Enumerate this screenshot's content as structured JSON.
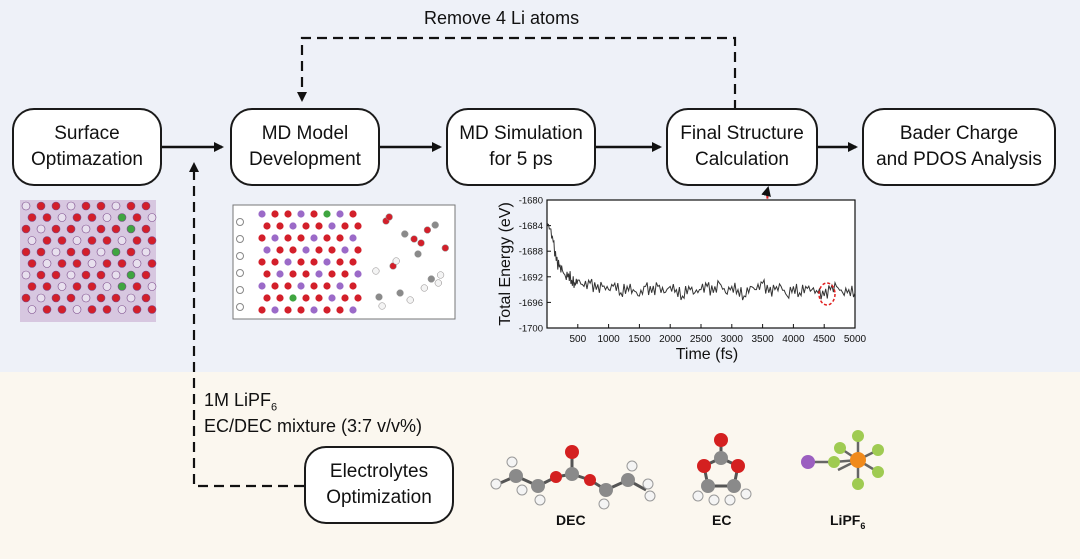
{
  "feedback_label": "Remove 4 Li atoms",
  "steps": [
    "Surface\nOptimazation",
    "MD Model\nDevelopment",
    "MD Simulation\nfor 5 ps",
    "Final Structure\nCalculation",
    "Bader Charge\nand PDOS Analysis"
  ],
  "electrolyte": {
    "line1_main": "1M LiPF",
    "line1_sub": "6",
    "line2": "EC/DEC mixture (3:7 v/v%)",
    "box": "Electrolytes\nOptimization"
  },
  "molecules": [
    {
      "main": "DEC",
      "sub": ""
    },
    {
      "main": "EC",
      "sub": ""
    },
    {
      "main": "LiPF",
      "sub": "6"
    }
  ],
  "chart_data": {
    "type": "line",
    "xlabel": "Time (fs)",
    "ylabel": "Total Energy (eV)",
    "xlim": [
      0,
      5000
    ],
    "ylim": [
      -1700,
      -1680
    ],
    "xticks": [
      500,
      1000,
      1500,
      2000,
      2500,
      3000,
      3500,
      4000,
      4500,
      5000
    ],
    "yticks": [
      -1680,
      -1684,
      -1688,
      -1692,
      -1696,
      -1700
    ],
    "series": [
      {
        "x": [
          0,
          50,
          100,
          150,
          200,
          250,
          300,
          350,
          400,
          450,
          500,
          600,
          700,
          800,
          900,
          1000,
          1100,
          1200,
          1300,
          1400,
          1500,
          1600,
          1700,
          1800,
          1900,
          2000,
          2100,
          2200,
          2300,
          2400,
          2500,
          2600,
          2700,
          2800,
          2900,
          3000,
          3100,
          3200,
          3300,
          3400,
          3500,
          3600,
          3700,
          3800,
          3900,
          4000,
          4100,
          4200,
          4300,
          4400,
          4500,
          4600,
          4700,
          4800,
          4900,
          5000
        ],
        "y": [
          -1683.5,
          -1684.5,
          -1686.5,
          -1689.5,
          -1690.5,
          -1691.0,
          -1692.0,
          -1691.5,
          -1692.5,
          -1693.0,
          -1692.5,
          -1693.5,
          -1693.0,
          -1694.0,
          -1693.5,
          -1694.0,
          -1693.0,
          -1694.5,
          -1693.5,
          -1694.0,
          -1695.0,
          -1693.5,
          -1694.5,
          -1693.5,
          -1694.5,
          -1693.5,
          -1694.0,
          -1695.0,
          -1693.5,
          -1694.5,
          -1694.0,
          -1693.5,
          -1694.5,
          -1693.0,
          -1694.5,
          -1693.5,
          -1694.0,
          -1695.0,
          -1693.5,
          -1694.0,
          -1693.0,
          -1694.5,
          -1694.0,
          -1693.5,
          -1695.0,
          -1693.5,
          -1694.5,
          -1693.5,
          -1694.0,
          -1694.5,
          -1695.0,
          -1694.0,
          -1693.5,
          -1694.5,
          -1694.0,
          -1694.5
        ]
      }
    ]
  }
}
